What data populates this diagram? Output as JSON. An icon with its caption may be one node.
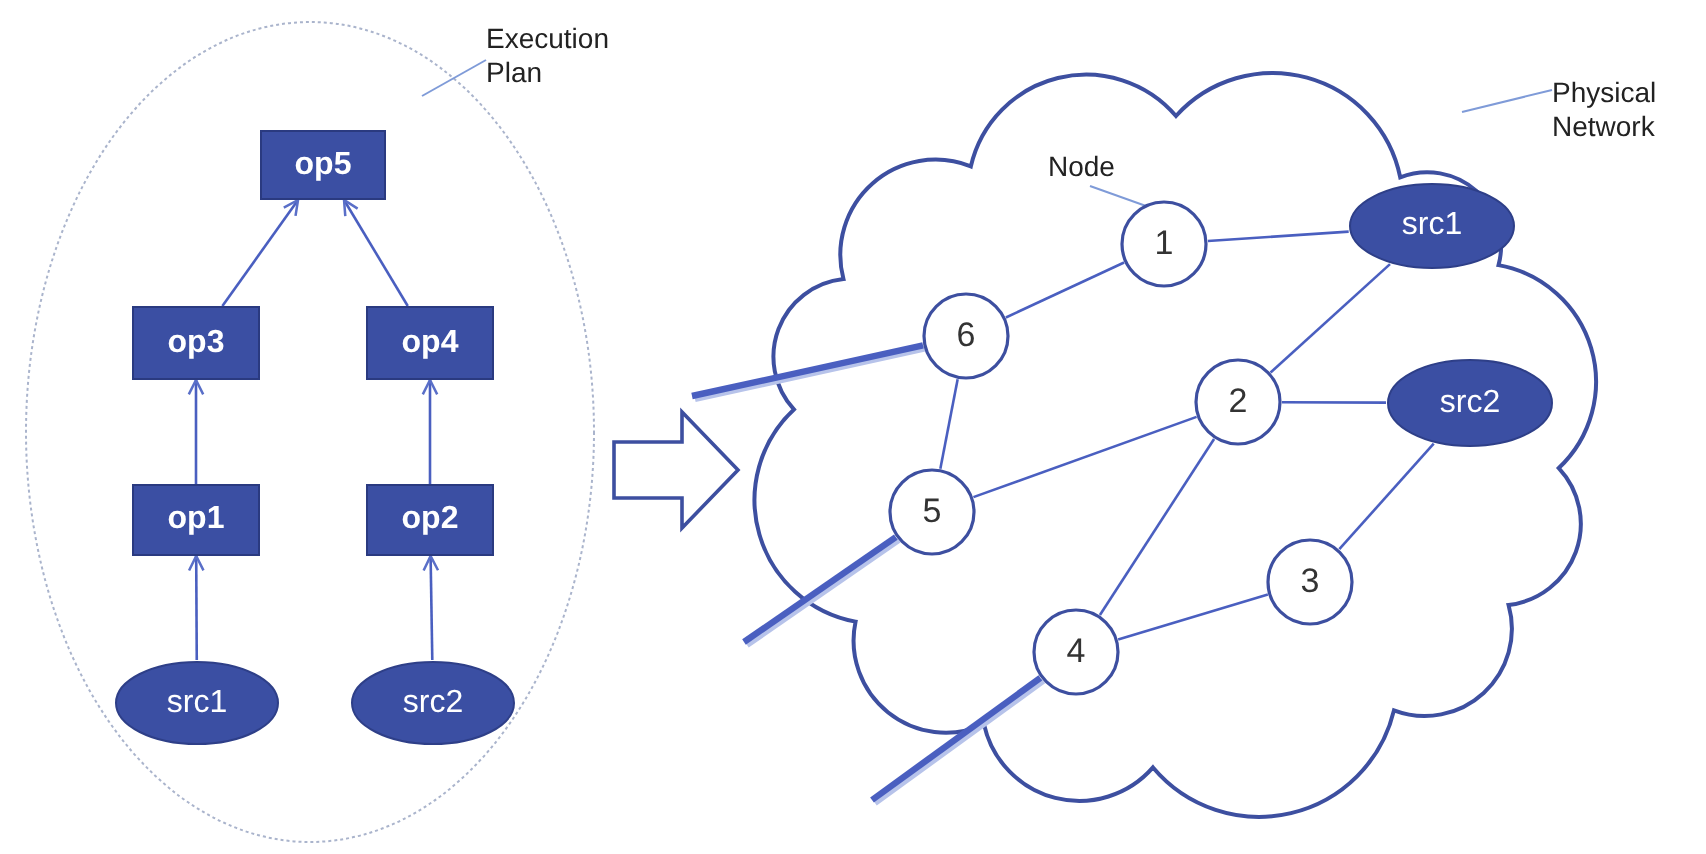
{
  "diagram": {
    "nodes": [
      {
        "text": [
          "Execution Plan"
        ]
      },
      {
        "text": [],
        "shape": "ellipse"
      },
      {
        "text": [
          "op5"
        ],
        "in": 1
      },
      {
        "text": [
          "op3"
        ],
        "in": 1
      },
      {
        "text": [
          "op4"
        ],
        "in": 1
      },
      {
        "text": [
          "op1"
        ],
        "in": 1
      },
      {
        "text": [
          "op2"
        ],
        "in": 1
      },
      {
        "text": [
          "src1"
        ],
        "in": 1
      },
      {
        "text": [
          "src2"
        ],
        "in": 1
      },
      {
        "text": [
          "Physical Network"
        ]
      },
      {
        "text": [],
        "shape": "cloud"
      },
      {
        "text": [
          "Node"
        ],
        "in": 10
      },
      {
        "text": [
          "1"
        ],
        "in": 10
      },
      {
        "text": [
          "src1"
        ],
        "in": 10
      },
      {
        "text": [
          "6"
        ],
        "in": 10
      },
      {
        "text": [
          "2"
        ],
        "in": 10
      },
      {
        "text": [
          "src2"
        ],
        "in": 10
      },
      {
        "text": [
          "5"
        ],
        "in": 10
      },
      {
        "text": [
          "3"
        ],
        "in": 10
      },
      {
        "text": [
          "4"
        ],
        "in": 10
      }
    ],
    "edges": [
      {
        "from": 0,
        "to": 1,
        "arrow": "none"
      },
      {
        "from": 3,
        "to": 2,
        "arrow": "to"
      },
      {
        "from": 4,
        "to": 2,
        "arrow": "to"
      },
      {
        "from": 5,
        "to": 3,
        "arrow": "to"
      },
      {
        "from": 6,
        "to": 4,
        "arrow": "to"
      },
      {
        "from": 7,
        "to": 5,
        "arrow": "to"
      },
      {
        "from": 8,
        "to": 6,
        "arrow": "to"
      },
      {
        "from": 1,
        "to": 10,
        "arrow": "to"
      },
      {
        "from": 9,
        "to": 10,
        "arrow": "none"
      },
      {
        "from": 11,
        "to": 12,
        "arrow": "none"
      },
      {
        "from": 12,
        "to": 13,
        "arrow": "none"
      },
      {
        "from": 12,
        "to": 14,
        "arrow": "none"
      },
      {
        "from": 14,
        "to": 17,
        "arrow": "none"
      },
      {
        "from": 15,
        "to": 13,
        "arrow": "none"
      },
      {
        "from": 15,
        "to": 16,
        "arrow": "none"
      },
      {
        "from": 15,
        "to": 17,
        "arrow": "none"
      },
      {
        "from": 15,
        "to": 19,
        "arrow": "none"
      },
      {
        "from": 16,
        "to": 18,
        "arrow": "none"
      },
      {
        "from": 18,
        "to": 19,
        "arrow": "none"
      },
      {
        "from": null,
        "to": 14,
        "arrow": "none",
        "style": "thick"
      },
      {
        "from": null,
        "to": 17,
        "arrow": "none",
        "style": "thick"
      },
      {
        "from": null,
        "to": 19,
        "arrow": "none",
        "style": "thick"
      }
    ]
  }
}
